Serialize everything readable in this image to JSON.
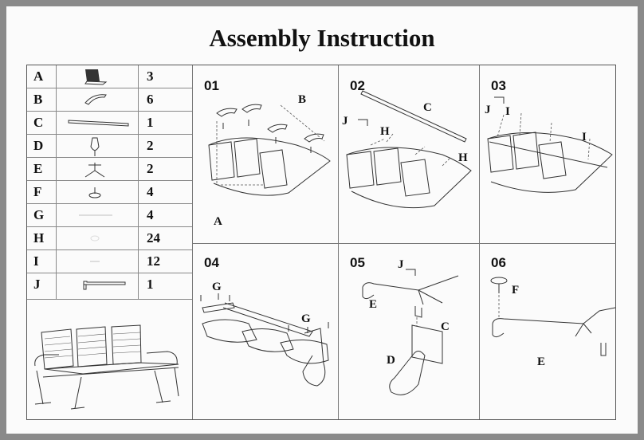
{
  "title": "Assembly Instruction",
  "parts": [
    {
      "letter": "A",
      "qty": "3",
      "icon": "seat-shell-icon"
    },
    {
      "letter": "B",
      "qty": "6",
      "icon": "armrest-bracket-icon"
    },
    {
      "letter": "C",
      "qty": "1",
      "icon": "crossbeam-icon"
    },
    {
      "letter": "D",
      "qty": "2",
      "icon": "leg-loop-icon"
    },
    {
      "letter": "E",
      "qty": "2",
      "icon": "leg-base-icon"
    },
    {
      "letter": "F",
      "qty": "4",
      "icon": "foot-pad-icon"
    },
    {
      "letter": "G",
      "qty": "4",
      "icon": "screw-icon"
    },
    {
      "letter": "H",
      "qty": "24",
      "icon": "bolt-icon"
    },
    {
      "letter": "I",
      "qty": "12",
      "icon": "small-screw-icon"
    },
    {
      "letter": "J",
      "qty": "1",
      "icon": "allen-key-icon"
    }
  ],
  "steps": [
    {
      "number": "01",
      "labels": [
        "B",
        "A"
      ]
    },
    {
      "number": "02",
      "labels": [
        "C",
        "J",
        "H",
        "H"
      ]
    },
    {
      "number": "03",
      "labels": [
        "J",
        "I",
        "I"
      ]
    },
    {
      "number": "04",
      "labels": [
        "G",
        "G"
      ]
    },
    {
      "number": "05",
      "labels": [
        "J",
        "E",
        "C",
        "D"
      ]
    },
    {
      "number": "06",
      "labels": [
        "F",
        "E"
      ]
    }
  ],
  "preview_icon": "assembled-three-seat-bench-icon"
}
